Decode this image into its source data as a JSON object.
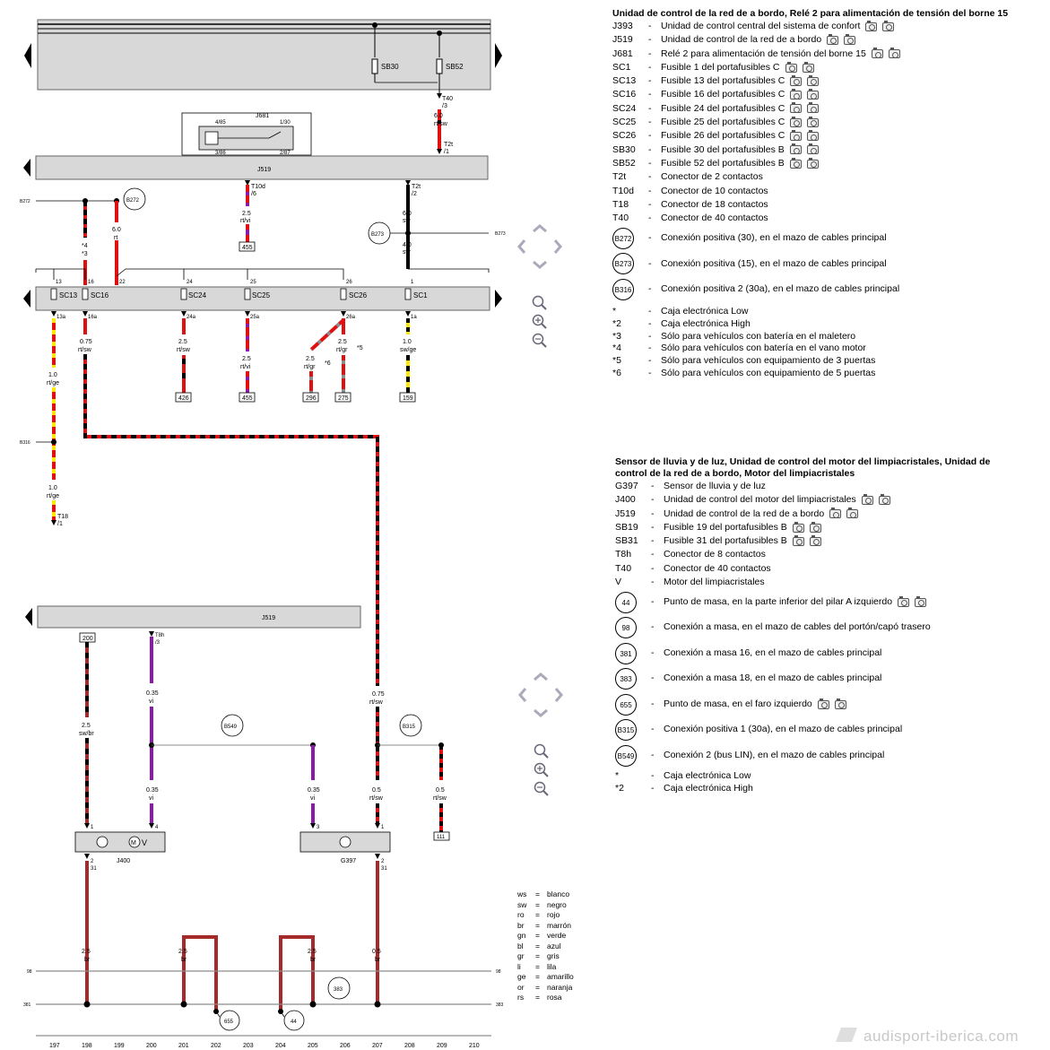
{
  "legend1": {
    "title": "Unidad de control de la red de a bordo, Relé 2 para alimentación de tensión del borne 15",
    "items": [
      {
        "code": "J393",
        "text": "Unidad de control central del sistema de confort",
        "cams": true
      },
      {
        "code": "J519",
        "text": "Unidad de control de la red de a bordo",
        "cams": true
      },
      {
        "code": "J681",
        "text": "Relé 2 para alimentación de tensión del borne 15",
        "cams": true
      },
      {
        "code": "SC1",
        "text": "Fusible 1 del portafusibles C",
        "cams": true
      },
      {
        "code": "SC13",
        "text": "Fusible 13 del portafusibles C",
        "cams": true
      },
      {
        "code": "SC16",
        "text": "Fusible 16 del portafusibles C",
        "cams": true
      },
      {
        "code": "SC24",
        "text": "Fusible 24 del portafusibles C",
        "cams": true
      },
      {
        "code": "SC25",
        "text": "Fusible 25 del portafusibles C",
        "cams": true
      },
      {
        "code": "SC26",
        "text": "Fusible 26 del portafusibles C",
        "cams": true
      },
      {
        "code": "SB30",
        "text": "Fusible 30 del portafusibles B",
        "cams": true
      },
      {
        "code": "SB52",
        "text": "Fusible 52 del portafusibles B",
        "cams": true
      },
      {
        "code": "T2t",
        "text": "Conector de 2 contactos",
        "cams": false
      },
      {
        "code": "T10d",
        "text": "Conector de 10 contactos",
        "cams": false
      },
      {
        "code": "T18",
        "text": "Conector de 18 contactos",
        "cams": false
      },
      {
        "code": "T40",
        "text": "Conector de 40 contactos",
        "cams": false
      }
    ],
    "circle_items": [
      {
        "code": "B272",
        "text": "Conexión positiva (30), en el mazo de cables principal"
      },
      {
        "code": "B273",
        "text": "Conexión positiva (15), en el mazo de cables principal"
      },
      {
        "code": "B316",
        "text": "Conexión positiva 2 (30a), en el mazo de cables principal"
      }
    ],
    "notes": [
      {
        "code": "*",
        "text": "Caja electrónica Low"
      },
      {
        "code": "*2",
        "text": "Caja electrónica High"
      },
      {
        "code": "*3",
        "text": "Sólo para vehículos con batería en el maletero"
      },
      {
        "code": "*4",
        "text": "Sólo para vehículos con batería en el vano motor"
      },
      {
        "code": "*5",
        "text": "Sólo para vehículos con equipamiento de 3 puertas"
      },
      {
        "code": "*6",
        "text": "Sólo para vehículos con equipamiento de 5 puertas"
      }
    ]
  },
  "legend2": {
    "title": "Sensor de lluvia y de luz, Unidad de control del motor del limpiacristales, Unidad de control de la red de a bordo, Motor del limpiacristales",
    "items": [
      {
        "code": "G397",
        "text": "Sensor de lluvia y de luz",
        "cams": false
      },
      {
        "code": "J400",
        "text": "Unidad de control del motor del limpiacristales",
        "cams": true
      },
      {
        "code": "J519",
        "text": "Unidad de control de la red de a bordo",
        "cams": true
      },
      {
        "code": "SB19",
        "text": "Fusible 19 del portafusibles B",
        "cams": true
      },
      {
        "code": "SB31",
        "text": "Fusible 31 del portafusibles B",
        "cams": true
      },
      {
        "code": "T8h",
        "text": "Conector de 8 contactos",
        "cams": false
      },
      {
        "code": "T40",
        "text": "Conector de 40 contactos",
        "cams": false
      },
      {
        "code": "V",
        "text": "Motor del limpiacristales",
        "cams": false
      }
    ],
    "circle_items": [
      {
        "code": "44",
        "text": "Punto de masa, en la parte inferior del pilar A izquierdo",
        "cams": true
      },
      {
        "code": "98",
        "text": "Conexión a masa, en el mazo de cables del portón/capó trasero",
        "cams": false
      },
      {
        "code": "381",
        "text": "Conexión a masa 16, en el mazo de cables principal",
        "cams": false
      },
      {
        "code": "383",
        "text": "Conexión a masa 18, en el mazo de cables principal",
        "cams": false
      },
      {
        "code": "655",
        "text": "Punto de masa, en el faro izquierdo",
        "cams": true
      },
      {
        "code": "B315",
        "text": "Conexión positiva 1 (30a), en el mazo de cables principal",
        "cams": false
      },
      {
        "code": "B549",
        "text": "Conexión 2 (bus LIN), en el mazo de cables principal",
        "cams": false
      }
    ],
    "notes": [
      {
        "code": "*",
        "text": "Caja electrónica Low"
      },
      {
        "code": "*2",
        "text": "Caja electrónica High"
      }
    ]
  },
  "color_key": [
    {
      "abbr": "ws",
      "name": "blanco"
    },
    {
      "abbr": "sw",
      "name": "negro"
    },
    {
      "abbr": "ro",
      "name": "rojo"
    },
    {
      "abbr": "br",
      "name": "marrón"
    },
    {
      "abbr": "gn",
      "name": "verde"
    },
    {
      "abbr": "bl",
      "name": "azul"
    },
    {
      "abbr": "gr",
      "name": "gris"
    },
    {
      "abbr": "li",
      "name": "lila"
    },
    {
      "abbr": "ge",
      "name": "amarillo"
    },
    {
      "abbr": "or",
      "name": "naranja"
    },
    {
      "abbr": "rs",
      "name": "rosa"
    }
  ],
  "diagram": {
    "units": {
      "j519": "J519",
      "j681": "J681",
      "j400": "J400",
      "g397": "G397",
      "motor": "V"
    },
    "fuses_top": [
      "SB30",
      "SB52"
    ],
    "fuses_c": [
      "SC13",
      "SC16",
      "SC24",
      "SC25",
      "SC26",
      "SC1"
    ],
    "pins": {
      "t40": "T40",
      "t40_pin": "/3",
      "t2t": "T2t",
      "t2t_pin": "/1",
      "t2t_b": "T2t",
      "t2t_b_pin": "/2",
      "t10d": "T10d",
      "t10d_pin": "/6",
      "t18": "T18",
      "t18_pin": "/1",
      "t8h": "T8h",
      "t8h_pin": "/3",
      "j681_p1": "4/85",
      "j681_p2": "1/30",
      "j681_p3": "3/86",
      "j681_p4": "2/87",
      "c13": "13",
      "c16": "16",
      "c22": "22",
      "c24": "24",
      "c25": "25",
      "c26": "26",
      "c1": "1",
      "c13a": "13a",
      "c16a": "16a",
      "c24a": "24a",
      "c25a": "25a",
      "c26a": "26a",
      "c1a": "1a",
      "j400_p1": "1",
      "j400_p4": "4",
      "j400_p2": "2",
      "j400_p31": "31",
      "g397_p3": "3",
      "g397_p1": "1",
      "g397_p2": "2",
      "g397_p31": "31"
    },
    "wires": {
      "w60_rtsw": {
        "size": "6.0",
        "color": "rt/sw"
      },
      "w60_rt": {
        "size": "6.0",
        "color": "rt"
      },
      "w25_rtvi": {
        "size": "2.5",
        "color": "rt/vi"
      },
      "w60_sw": {
        "size": "6.0",
        "color": "sw"
      },
      "w40_sw": {
        "size": "4.0",
        "color": "sw"
      },
      "w10_rtge": {
        "size": "1.0",
        "color": "rt/ge"
      },
      "w075_rtsw": {
        "size": "0.75",
        "color": "rt/sw"
      },
      "w25_rtsw": {
        "size": "2.5",
        "color": "rt/sw"
      },
      "w25_rtvi2": {
        "size": "2.5",
        "color": "rt/vi"
      },
      "w25_rtgr_a": {
        "size": "2.5",
        "color": "rt/gr"
      },
      "w25_rtgr_b": {
        "size": "2.5",
        "color": "rt/gr"
      },
      "w10_swge": {
        "size": "1.0",
        "color": "sw/ge"
      },
      "w10_rtge2": {
        "size": "1.0",
        "color": "rt/ge"
      },
      "w25_swbr": {
        "size": "2.5",
        "color": "sw/br"
      },
      "w035_vi_a": {
        "size": "0.35",
        "color": "vi"
      },
      "w035_vi_b": {
        "size": "0.35",
        "color": "vi"
      },
      "w035_vi_c": {
        "size": "0.35",
        "color": "vi"
      },
      "w075_rtsw2": {
        "size": "0.75",
        "color": "rt/sw"
      },
      "w05_rtsw_a": {
        "size": "0.5",
        "color": "rt/sw"
      },
      "w05_rtsw_b": {
        "size": "0.5",
        "color": "rt/sw"
      },
      "w25_br_a": {
        "size": "2.5",
        "color": "br"
      },
      "w25_br_b": {
        "size": "2.5",
        "color": "br"
      },
      "w25_br_c": {
        "size": "2.5",
        "color": "br"
      },
      "w05_br": {
        "size": "0.5",
        "color": "br"
      }
    },
    "refs": {
      "r455a": "455",
      "r426": "426",
      "r455b": "455",
      "r296": "296",
      "r275": "275",
      "r159": "159",
      "r200": "200",
      "r111": "111"
    },
    "nodes": {
      "b272": "B272",
      "b273": "B273",
      "b549": "B549",
      "b315": "B315",
      "n383": "383",
      "n655": "655",
      "n44": "44",
      "b316": "B316"
    },
    "side_labels": {
      "b272": "B272",
      "b273": "B273",
      "b316": "B316",
      "n98_l": "98",
      "n98_r": "98",
      "n381_l": "381",
      "n383_r": "383"
    },
    "notes": {
      "n4": "*4",
      "n3": "*3",
      "n6": "*6",
      "n5": "*5"
    },
    "track": [
      "197",
      "198",
      "199",
      "200",
      "201",
      "202",
      "203",
      "204",
      "205",
      "206",
      "207",
      "208",
      "209",
      "210"
    ]
  },
  "watermark": "audisport-iberica.com",
  "colors": {
    "red": "#e01010",
    "black": "#000000",
    "violet": "#8a1aa8",
    "yellow": "#ffe800",
    "brown": "#a52a2a",
    "grey": "#8c8c8c",
    "bar": "#d8d8d8"
  }
}
